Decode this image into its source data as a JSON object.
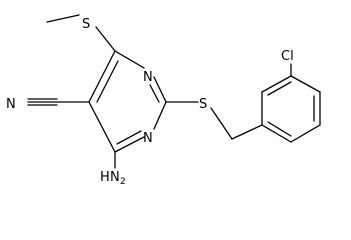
{
  "molecule": {
    "atoms": {
      "methylthio_s": "S",
      "ring_n_upper": "N",
      "ring_n_lower": "N",
      "nitrile_n": "N",
      "thioether_s": "S",
      "chloro": "Cl",
      "amino_h": "H",
      "amino_n": "N",
      "amino_sub": "2"
    }
  }
}
